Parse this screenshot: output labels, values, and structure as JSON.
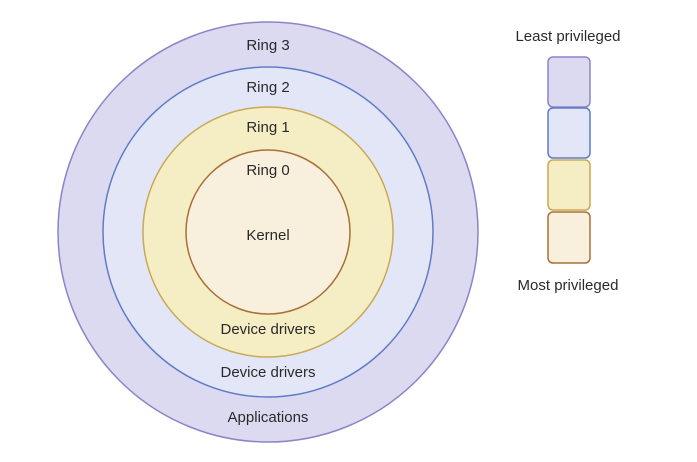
{
  "rings": [
    {
      "label": "Ring 3",
      "content": "Applications",
      "fill": "#dcdaf0",
      "stroke": "#8d84c8"
    },
    {
      "label": "Ring 2",
      "content": "Device drivers",
      "fill": "#e3e6f7",
      "stroke": "#5f7cc9"
    },
    {
      "label": "Ring 1",
      "content": "Device drivers",
      "fill": "#f5edc4",
      "stroke": "#c9a955"
    },
    {
      "label": "Ring 0",
      "content": "Kernel",
      "fill": "#f8efdc",
      "stroke": "#a9703a"
    }
  ],
  "legend": {
    "top_label": "Least privileged",
    "bottom_label": "Most privileged"
  }
}
